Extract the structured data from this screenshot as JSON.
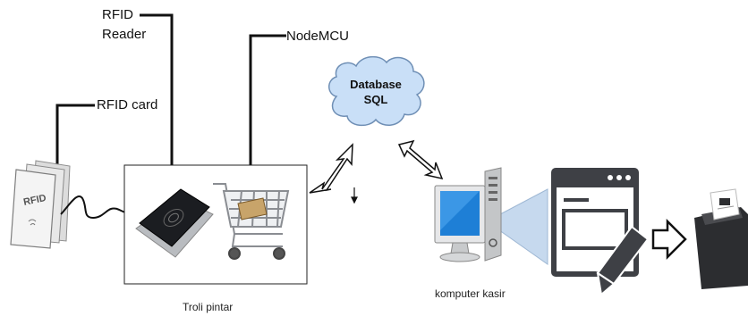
{
  "labels": {
    "rfid_reader_line1": "RFID",
    "rfid_reader_line2": "Reader",
    "nodemcu": "NodeMCU",
    "rfid_card": "RFID card",
    "database_line1": "Database",
    "database_line2": "SQL",
    "troli_pintar": "Troli pintar",
    "komputer_kasir": "komputer kasir",
    "card_print": "RFID"
  },
  "colors": {
    "cloud_fill": "#c9dff7",
    "cloud_stroke": "#6f8fb5",
    "monitor_screen": "#1e7fd6",
    "callout_line": "#111111",
    "beam": "#c6d9ee"
  },
  "icons": [
    "rfid-card-icon",
    "rfid-reader-icon",
    "shopping-cart-icon",
    "database-cloud-icon",
    "computer-icon",
    "web-window-icon",
    "pencil-icon",
    "printer-icon",
    "double-arrow-icon",
    "hollow-arrow-icon"
  ]
}
